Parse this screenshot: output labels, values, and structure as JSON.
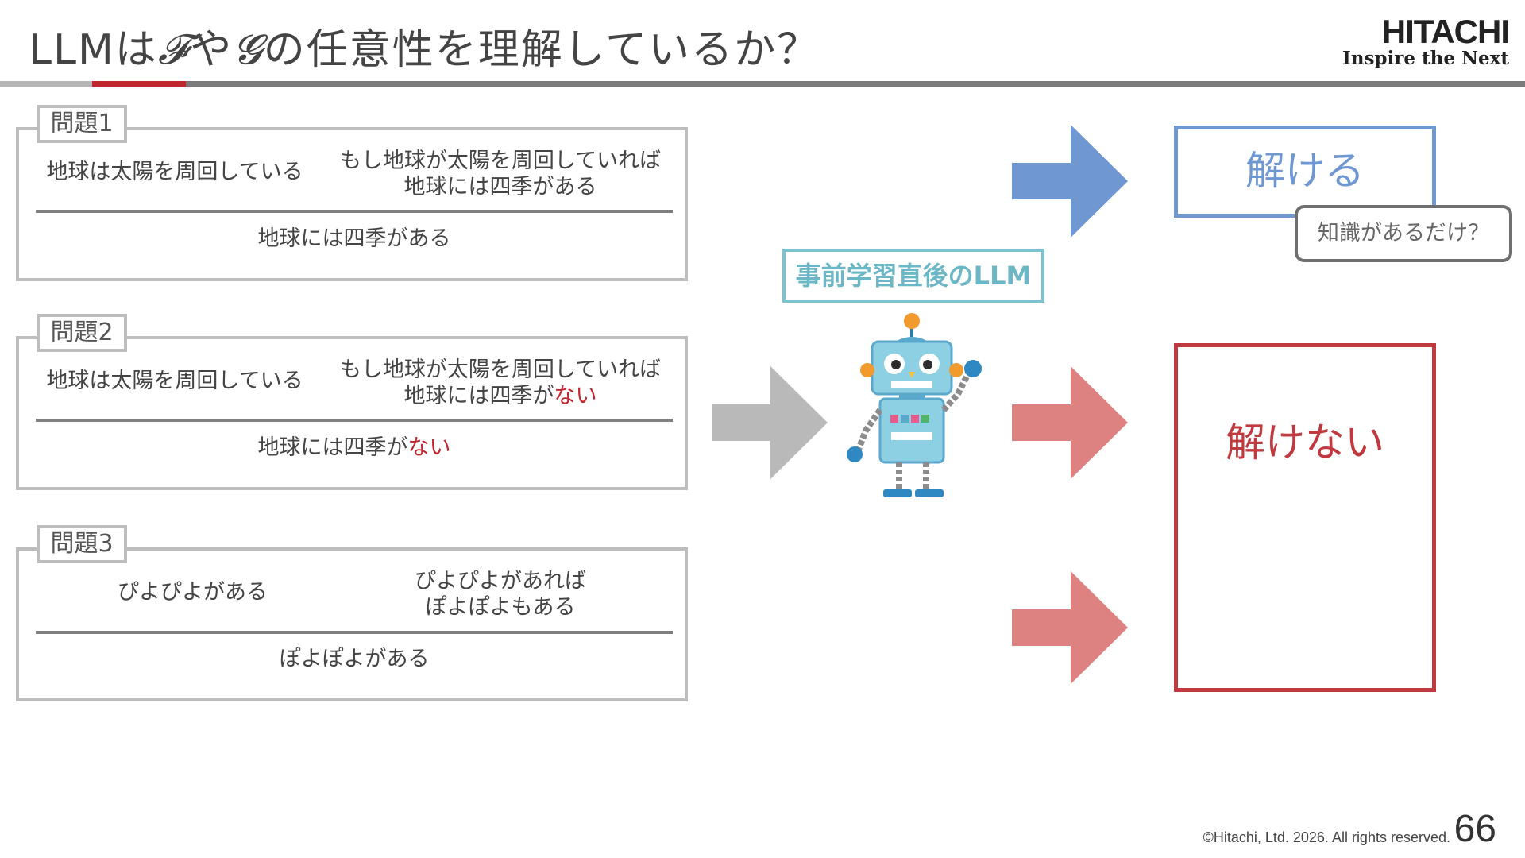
{
  "header": {
    "title_prefix": "LLMは",
    "title_f": "𝓕",
    "title_mid": "や",
    "title_g": "𝓖",
    "title_suffix": "の任意性を理解しているか？",
    "logo_brand": "HITACHI",
    "logo_tagline": "Inspire the Next"
  },
  "problems": [
    {
      "tab": "問題1",
      "premise_left": "地球は太陽を周回している",
      "premise_right_line1": "もし地球が太陽を周回していれば",
      "premise_right_line2": "地球には四季がある",
      "premise_right_line2_red": "",
      "conclusion": "地球には四季がある",
      "conclusion_red": ""
    },
    {
      "tab": "問題2",
      "premise_left": "地球は太陽を周回している",
      "premise_right_line1": "もし地球が太陽を周回していれば",
      "premise_right_line2": "地球には四季が",
      "premise_right_line2_red": "ない",
      "conclusion": "地球には四季が",
      "conclusion_red": "ない"
    },
    {
      "tab": "問題3",
      "premise_left": "ぴよぴよがある",
      "premise_right_line1": "ぴよぴよがあれば",
      "premise_right_line2": "ぽよぽよもある",
      "premise_right_line2_red": "",
      "conclusion": "ぽよぽよがある",
      "conclusion_red": ""
    }
  ],
  "llm_label": "事前学習直後のLLM",
  "results": {
    "solvable": "解ける",
    "knowledge_note": "知識があるだけ？",
    "unsolvable": "解けない"
  },
  "colors": {
    "accent_red": "#c0262d",
    "blue": "#6f97d2",
    "pink_arrow": "#dd8280",
    "gray_arrow": "#b9b9b9",
    "teal": "#7dc2cf"
  },
  "footer": {
    "copyright": "©Hitachi, Ltd. 2026. All rights reserved.",
    "page_number": "66"
  }
}
